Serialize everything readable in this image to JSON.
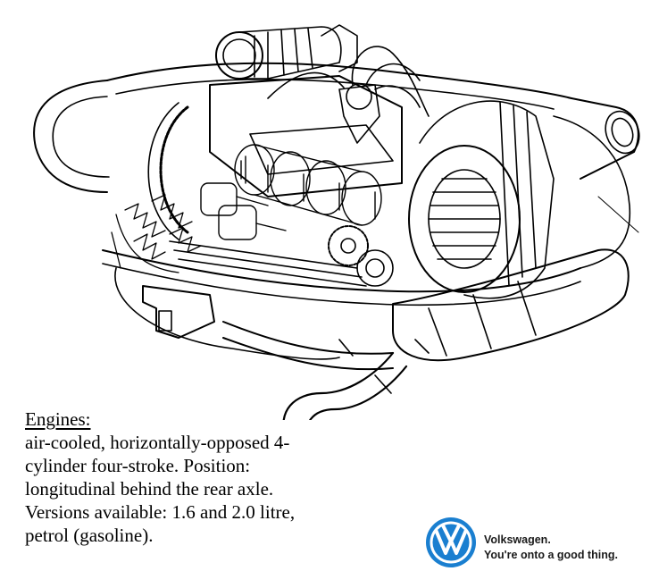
{
  "caption": {
    "heading": "Engines:",
    "body": "air-cooled, horizontally-opposed 4-cylinder four-stroke. Position: longitudinal behind the rear axle. Versions available: 1.6 and 2.0 litre, petrol (gasoline)."
  },
  "brand": {
    "name": "Volkswagen.",
    "slogan": "You're onto a good thing.",
    "logo_color": "#1a7fd0"
  },
  "illustration": {
    "icon": "engine-cutaway-illustration"
  }
}
